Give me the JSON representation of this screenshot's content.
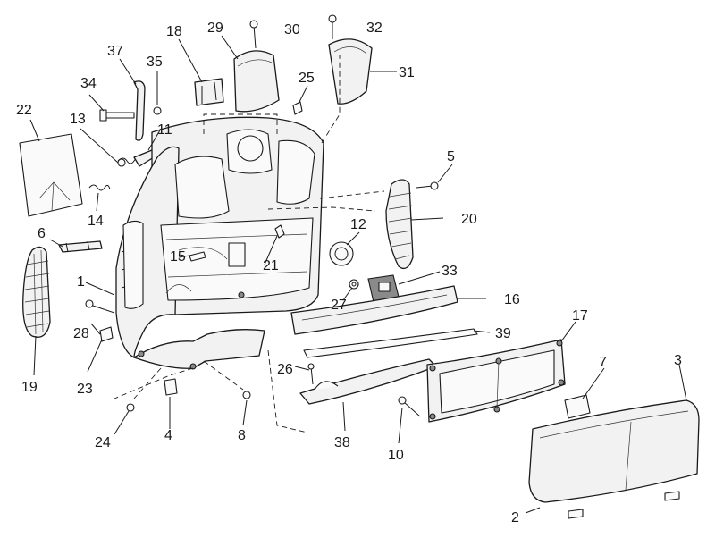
{
  "diagram": {
    "type": "exploded-parts-view",
    "callouts": {
      "c1": "1",
      "c2": "2",
      "c3": "3",
      "c4": "4",
      "c5": "5",
      "c6": "6",
      "c7": "7",
      "c8": "8",
      "c10": "10",
      "c11": "11",
      "c12": "12",
      "c13": "13",
      "c14": "14",
      "c15": "15",
      "c16": "16",
      "c17": "17",
      "c18": "18",
      "c19": "19",
      "c20": "20",
      "c21": "21",
      "c22": "22",
      "c23": "23",
      "c24": "24",
      "c25": "25",
      "c26": "26",
      "c27": "27",
      "c28": "28",
      "c29": "29",
      "c30": "30",
      "c31": "31",
      "c32": "32",
      "c33": "33",
      "c34": "34",
      "c35": "35",
      "c37": "37",
      "c38": "38",
      "c39": "39"
    }
  }
}
